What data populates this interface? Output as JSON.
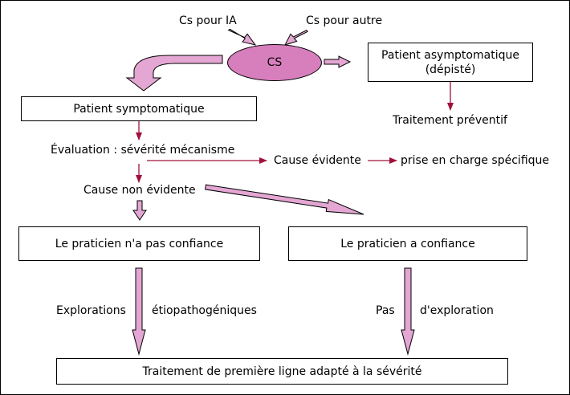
{
  "nodes": {
    "cs": "CS",
    "cs_ia": "Cs pour IA",
    "cs_autre": "Cs pour autre",
    "asympto_line1": "Patient asymptomatique",
    "asympto_line2": "(dépisté)",
    "traitement_preventif": "Traitement préventif",
    "symptomatique": "Patient symptomatique",
    "evaluation": "Évaluation : sévérité mécanisme",
    "cause_evidente": "Cause évidente",
    "prise_en_charge": "prise en charge spécifique",
    "cause_non_evidente": "Cause non évidente",
    "pas_confiance": "Le praticien n'a pas confiance",
    "confiance": "Le praticien a confiance",
    "explorations": "Explorations",
    "etiopatho": "étiopathogéniques",
    "pas": "Pas",
    "d_exploration": "d'exploration",
    "traitement_final": "Traitement de première ligne adapté à la sévérité"
  },
  "colors": {
    "ellipse_fill": "#d77ebd",
    "arrow_pink": "#e4a6d3",
    "arrow_dark": "#a0103a"
  }
}
